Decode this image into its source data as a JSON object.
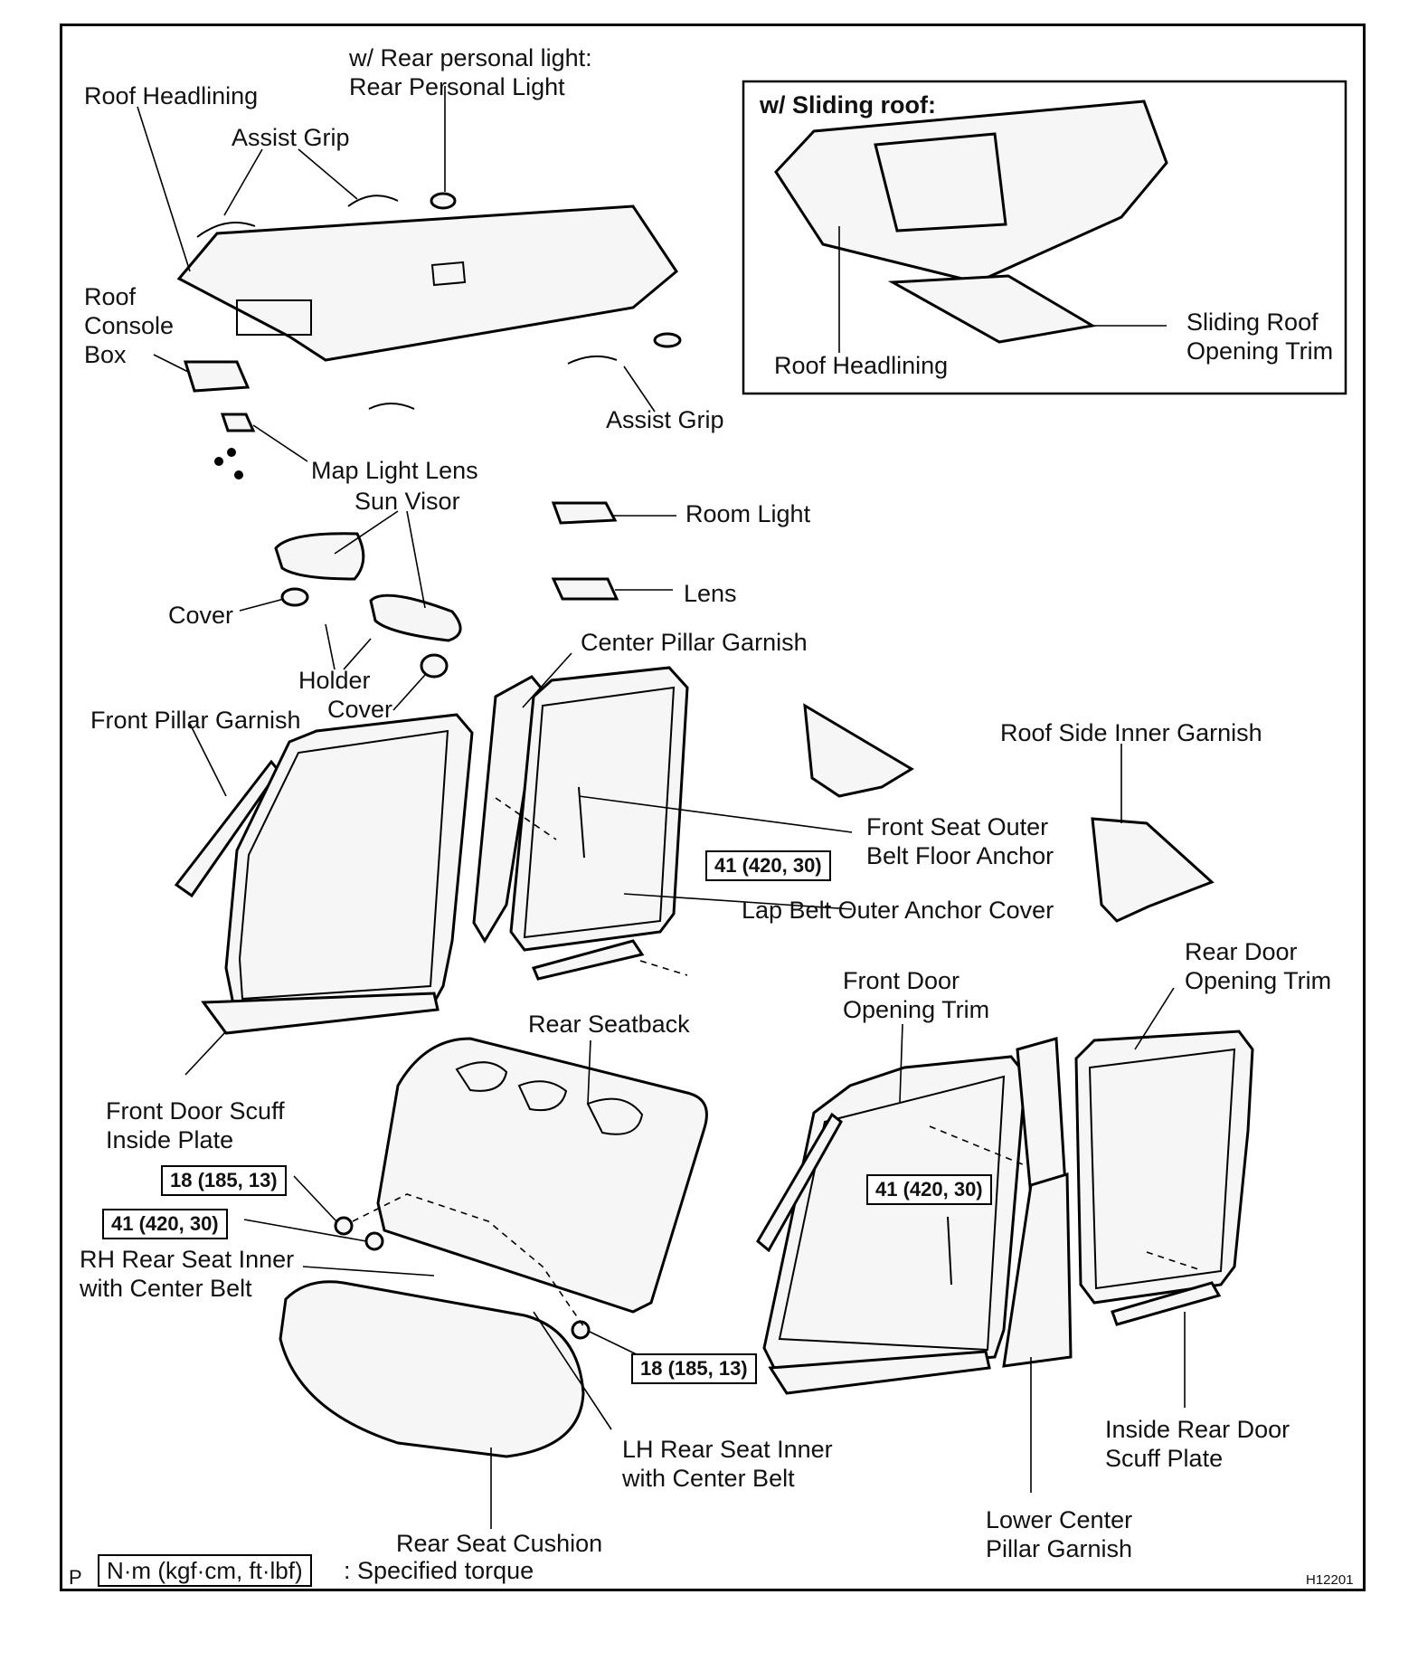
{
  "labels": {
    "roof_headlining": "Roof Headlining",
    "rear_light_cond": "w/ Rear personal light:",
    "rear_personal_light": "Rear Personal Light",
    "assist_grip_top": "Assist Grip",
    "sliding_roof_title": "w/ Sliding roof:",
    "roof_console_1": "Roof",
    "roof_console_2": "Console",
    "roof_console_3": "Box",
    "sliding_roof_trim_1": "Sliding Roof",
    "sliding_roof_trim_2": "Opening Trim",
    "roof_headlining_inset": "Roof Headlining",
    "assist_grip_bottom": "Assist Grip",
    "map_light_lens": "Map Light Lens",
    "sun_visor": "Sun Visor",
    "room_light": "Room Light",
    "lens": "Lens",
    "cover_left": "Cover",
    "center_pillar_garnish": "Center Pillar Garnish",
    "holder": "Holder",
    "cover_bottom": "Cover",
    "front_pillar_garnish": "Front Pillar Garnish",
    "roof_side_inner_garnish": "Roof Side Inner Garnish",
    "front_seat_anchor_1": "Front Seat Outer",
    "front_seat_anchor_2": "Belt Floor Anchor",
    "lap_belt_cover": "Lap Belt Outer Anchor Cover",
    "rear_door_trim_1": "Rear Door",
    "rear_door_trim_2": "Opening Trim",
    "front_door_trim_1": "Front Door",
    "front_door_trim_2": "Opening Trim",
    "rear_seatback": "Rear Seatback",
    "front_scuff_1": "Front Door Scuff",
    "front_scuff_2": "Inside Plate",
    "rh_rear_seat_1": "RH Rear Seat Inner",
    "rh_rear_seat_2": "with Center Belt",
    "lh_rear_seat_1": "LH Rear Seat Inner",
    "lh_rear_seat_2": "with Center Belt",
    "inside_rear_scuff_1": "Inside Rear Door",
    "inside_rear_scuff_2": "Scuff Plate",
    "lower_center_pillar_1": "Lower Center",
    "lower_center_pillar_2": "Pillar Garnish",
    "rear_seat_cushion": "Rear Seat Cushion"
  },
  "torques": {
    "t1": "41 (420, 30)",
    "t2": "18 (185, 13)",
    "t3": "41 (420, 30)",
    "t4": "41 (420, 30)",
    "t5": "18 (185, 13)"
  },
  "legend": {
    "prefix": "P",
    "unit_box": "N·m (kgf·cm, ft·lbf)",
    "text": ": Specified torque"
  },
  "figure_code": "H12201"
}
